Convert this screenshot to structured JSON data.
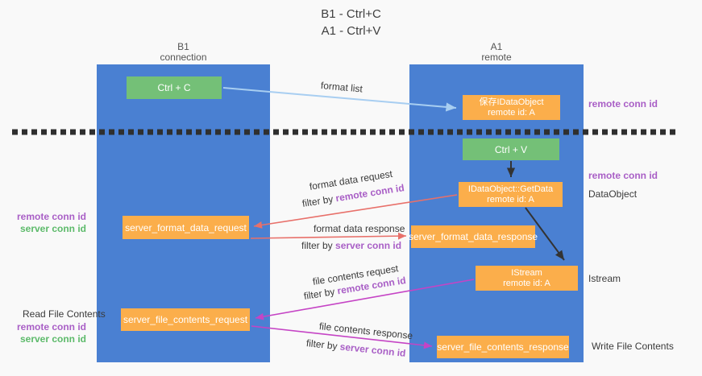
{
  "title": {
    "line1": "B1 - Ctrl+C",
    "line2": "A1 - Ctrl+V"
  },
  "lanes": [
    {
      "name": "B1",
      "subtitle": "connection"
    },
    {
      "name": "A1",
      "subtitle": "remote"
    }
  ],
  "nodes": {
    "ctrl_c": {
      "label": "Ctrl + C"
    },
    "save_idataobject": {
      "line1": "保存IDataObject",
      "line2": "remote id: A"
    },
    "ctrl_v": {
      "label": "Ctrl + V"
    },
    "idataobject_getdata": {
      "line1": "IDataObject::GetData",
      "line2": "remote id: A"
    },
    "server_format_data_request": {
      "label": "server_format_data_request"
    },
    "server_format_data_response": {
      "label": "server_format_data_response"
    },
    "istream": {
      "line1": "IStream",
      "line2": "remote id: A"
    },
    "server_file_contents_request": {
      "label": "server_file_contents_request"
    },
    "server_file_contents_response": {
      "label": "server_file_contents_response"
    }
  },
  "arrow_labels": {
    "format_list": "format list",
    "format_data_request": "format data request",
    "format_data_response": "format data response",
    "file_contents_request": "file contents request",
    "file_contents_response": "file contents response",
    "filter_by_prefix": "filter by ",
    "remote_conn_id": "remote conn id",
    "server_conn_id": "server conn id"
  },
  "side_labels": {
    "remote_conn_id": "remote conn id",
    "server_conn_id": "server conn id",
    "dataobject": "DataObject",
    "istream": "Istream",
    "read_file_contents": "Read File Contents",
    "write_file_contents": "Write File Contents"
  },
  "colors": {
    "background": "#f9f9f9",
    "lane_blue": "#4a80d2",
    "node_green": "#74c077",
    "node_orange": "#fbae4b",
    "conn_id_purple": "#a95fc6",
    "conn_id_green": "#5cba6a",
    "arrow_light_blue": "#a8cef1",
    "arrow_salmon": "#e8706a",
    "arrow_magenta": "#c544c5",
    "arrow_black": "#333333",
    "divider_black": "#2f2f2f"
  }
}
